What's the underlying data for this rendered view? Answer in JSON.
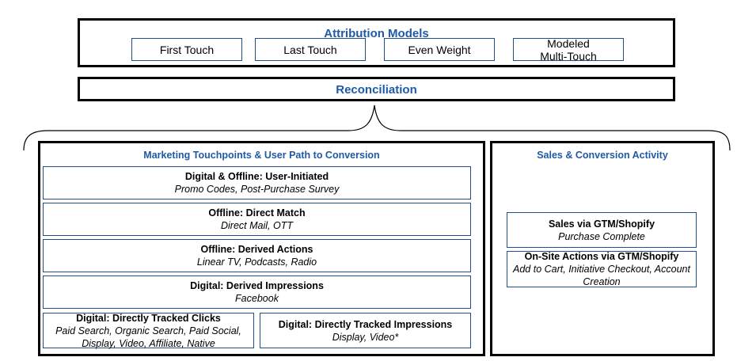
{
  "attribution": {
    "title": "Attribution Models",
    "models": [
      "First Touch",
      "Last Touch",
      "Even Weight",
      "Modeled\nMulti-Touch"
    ]
  },
  "reconciliation": {
    "title": "Reconciliation"
  },
  "touchpoints": {
    "title": "Marketing Touchpoints & User Path to Conversion",
    "items": [
      {
        "title": "Digital & Offline: User-Initiated",
        "subtitle": "Promo Codes, Post-Purchase Survey"
      },
      {
        "title": "Offline: Direct Match",
        "subtitle": "Direct Mail, OTT"
      },
      {
        "title": "Offline: Derived Actions",
        "subtitle": "Linear TV, Podcasts, Radio"
      },
      {
        "title": "Digital: Derived Impressions",
        "subtitle": "Facebook"
      },
      {
        "title": "Digital: Directly Tracked Clicks",
        "subtitle": "Paid Search, Organic Search, Paid Social,\nDisplay, Video, Affiliate, Native"
      },
      {
        "title": "Digital: Directly Tracked Impressions",
        "subtitle": "Display, Video*"
      }
    ]
  },
  "sales": {
    "title": "Sales & Conversion Activity",
    "items": [
      {
        "title": "Sales via GTM/Shopify",
        "subtitle": "Purchase Complete"
      },
      {
        "title": "On-Site Actions via GTM/Shopify",
        "subtitle": "Add to Cart, Initiative Checkout, Account\nCreation"
      }
    ]
  },
  "colors": {
    "title_blue": "#1f5aa6",
    "box_border_blue": "#1f4e8c",
    "outline": "#000000"
  }
}
